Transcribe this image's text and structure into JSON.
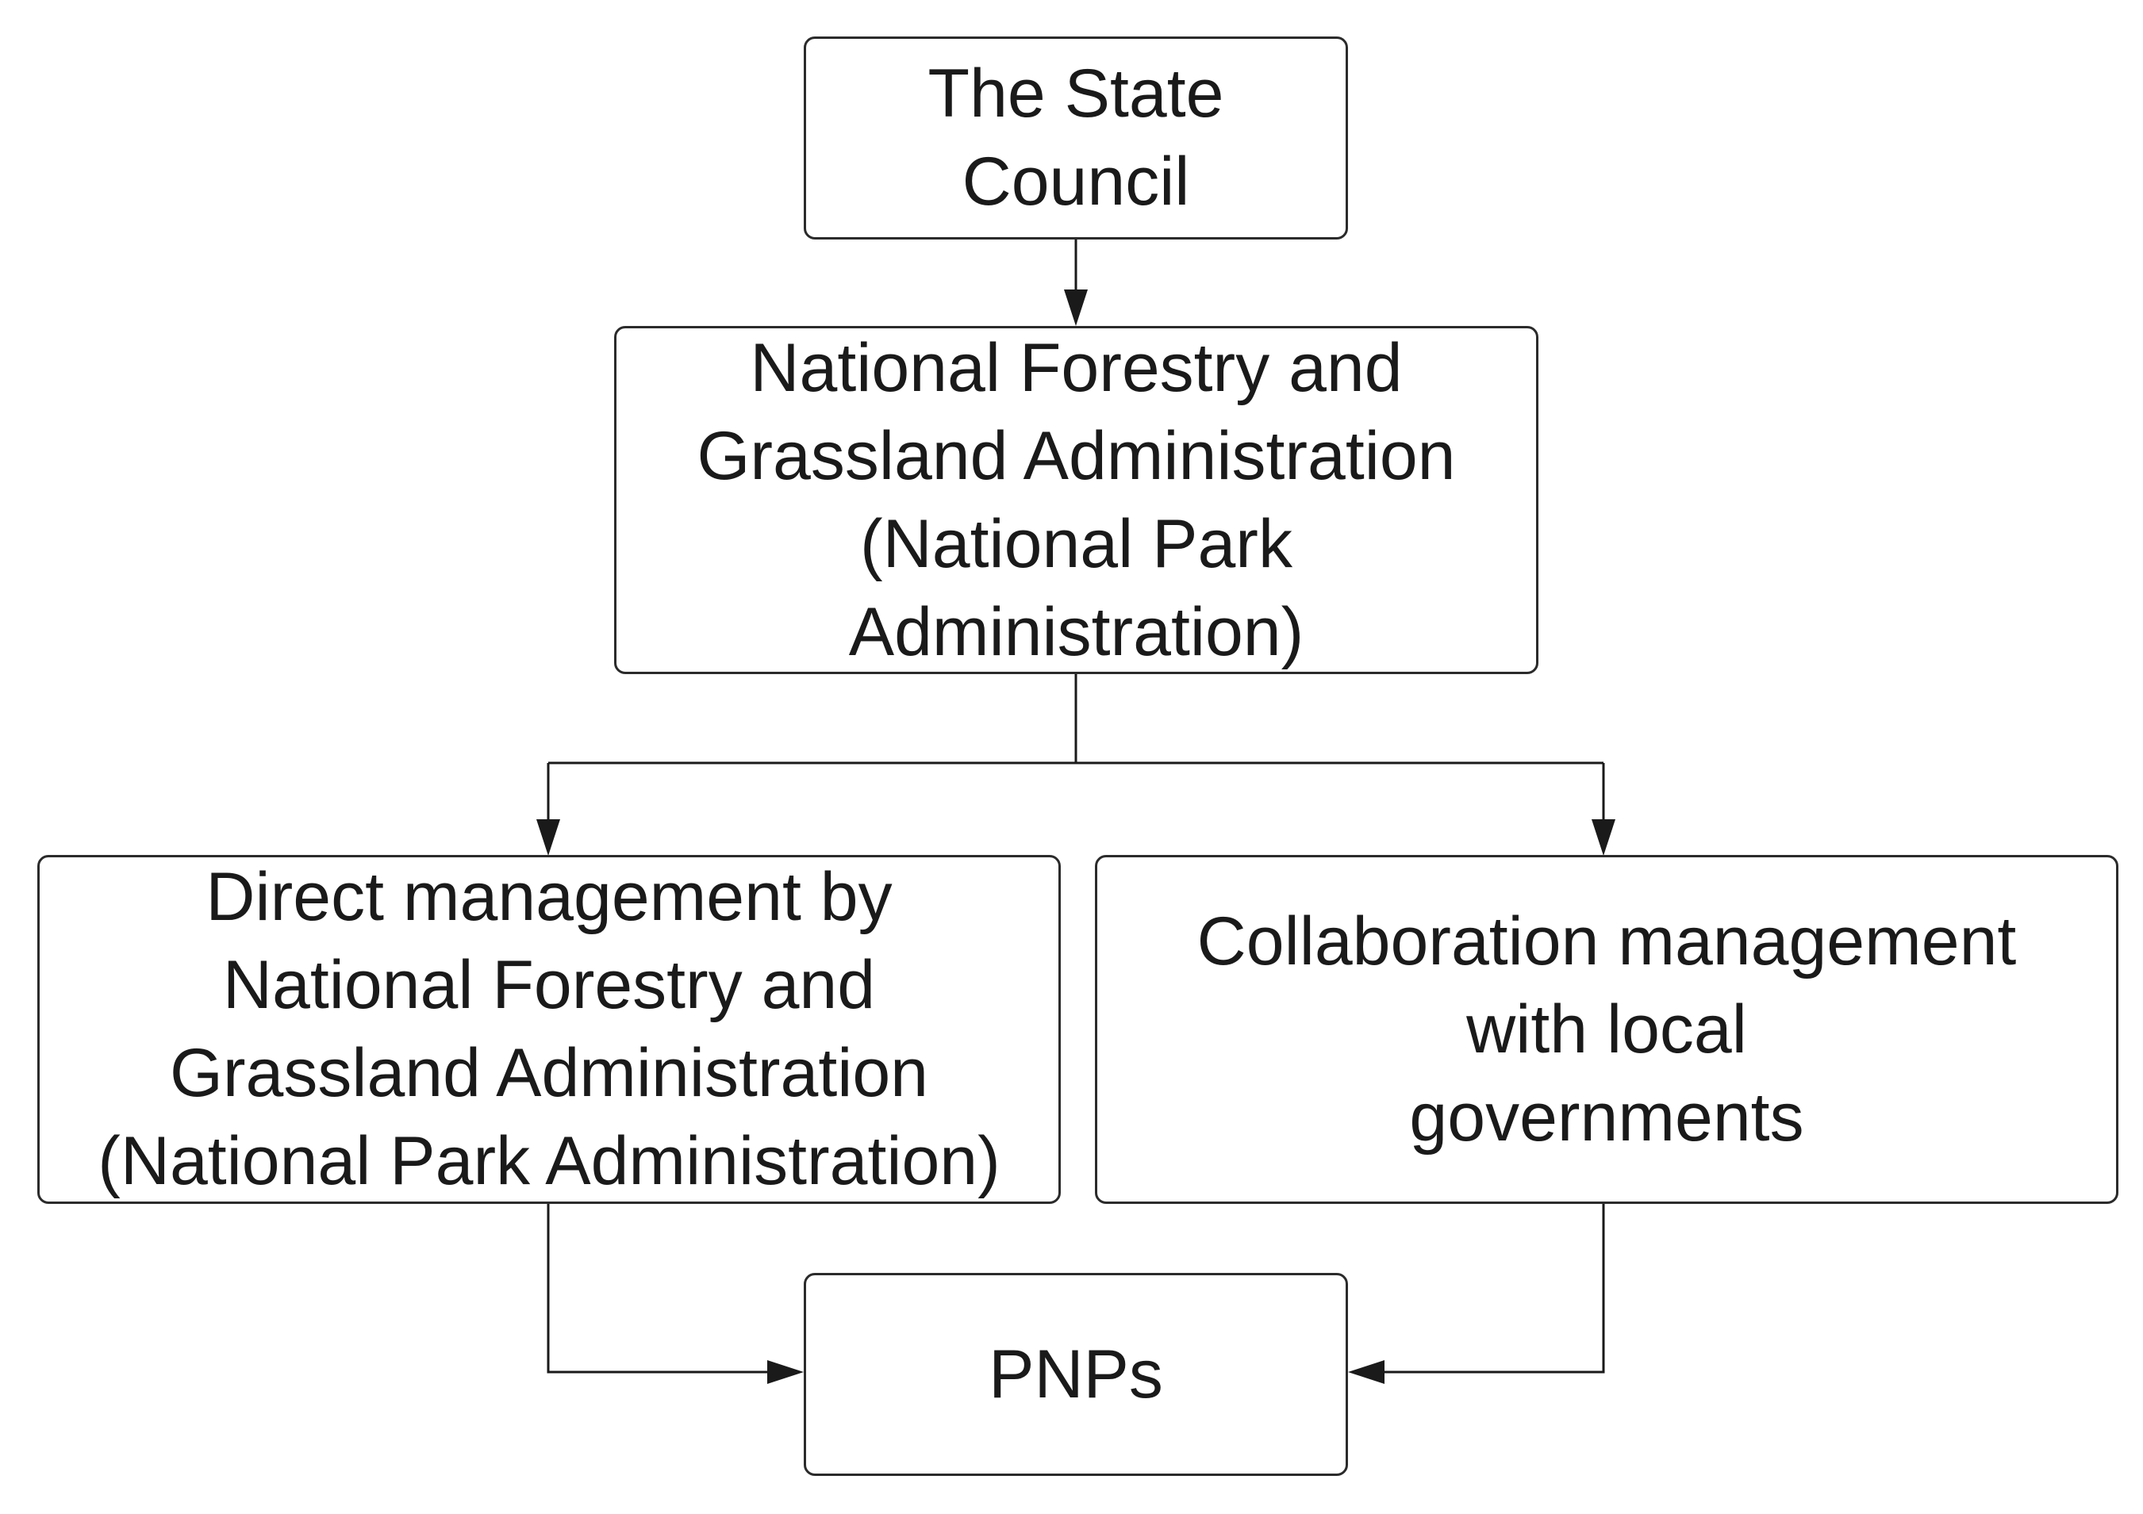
{
  "diagram": {
    "nodes": [
      {
        "id": "state-council",
        "lines": [
          "The State",
          "Council"
        ]
      },
      {
        "id": "nfga",
        "lines": [
          "National Forestry and",
          "Grassland Administration",
          "(National Park",
          "Administration)"
        ]
      },
      {
        "id": "direct-management",
        "lines": [
          "Direct management by",
          "National Forestry and",
          "Grassland Administration",
          "(National Park Administration)"
        ]
      },
      {
        "id": "collaboration-management",
        "lines": [
          "Collaboration management",
          "with local",
          "governments"
        ]
      },
      {
        "id": "pnps",
        "lines": [
          "PNPs"
        ]
      }
    ],
    "edges": [
      {
        "from": "state-council",
        "to": "nfga"
      },
      {
        "from": "nfga",
        "to": "direct-management"
      },
      {
        "from": "nfga",
        "to": "collaboration-management"
      },
      {
        "from": "direct-management",
        "to": "pnps"
      },
      {
        "from": "collaboration-management",
        "to": "pnps"
      }
    ],
    "colors": {
      "stroke": "#2b2b2b",
      "text": "#1a1a1a",
      "background": "#ffffff"
    }
  }
}
